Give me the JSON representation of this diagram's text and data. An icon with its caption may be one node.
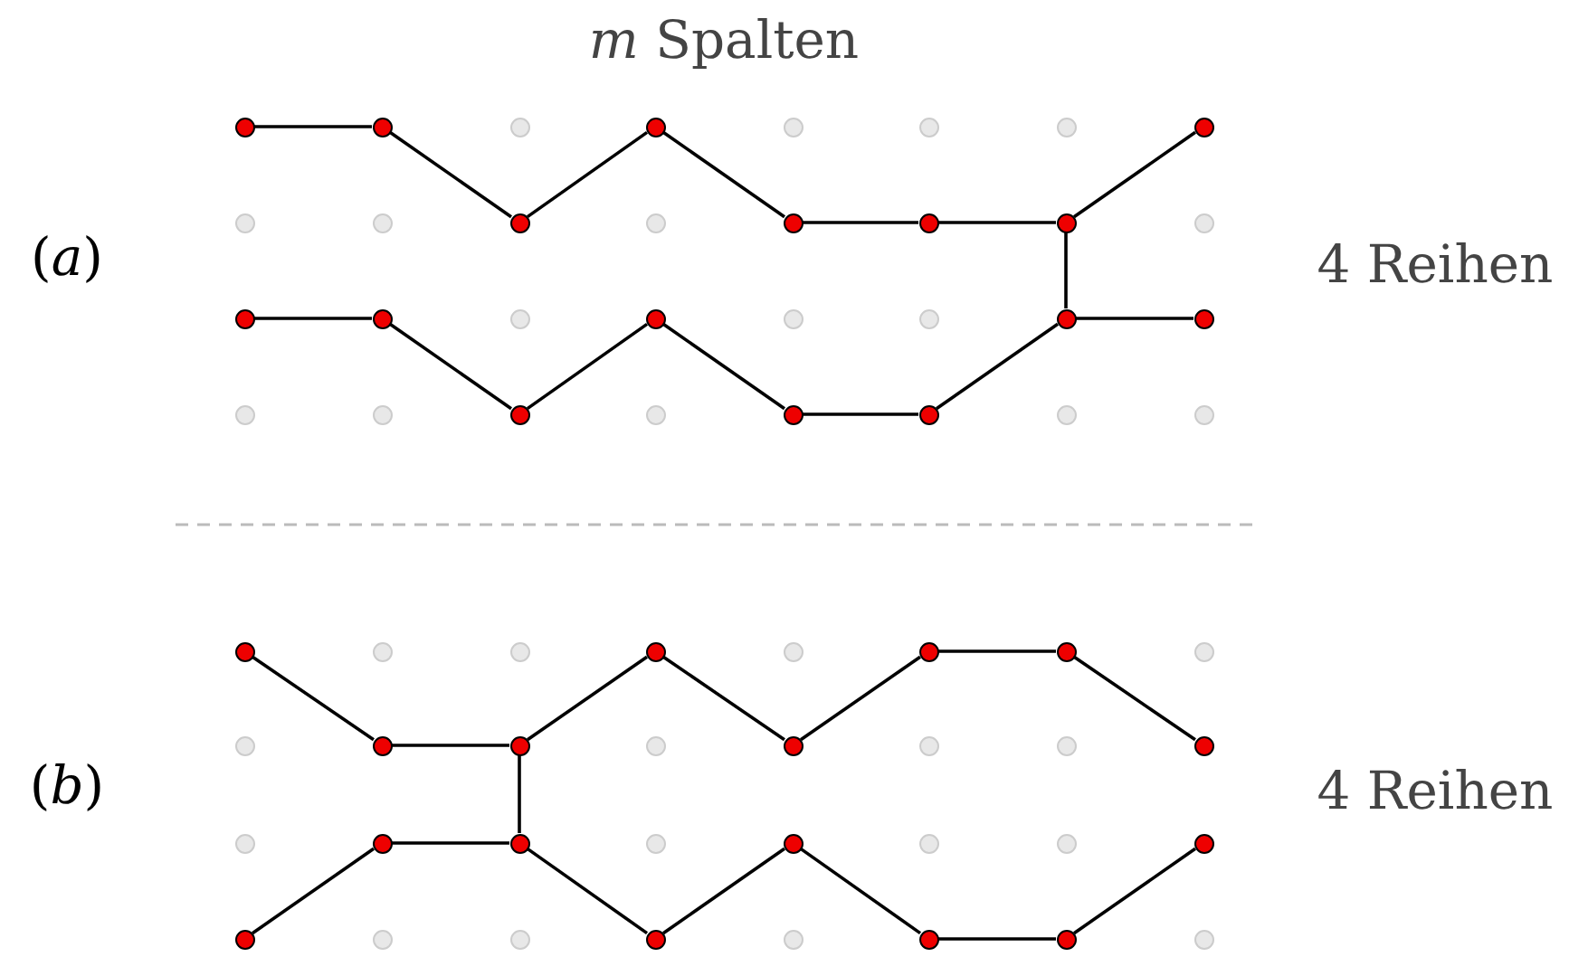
{
  "diagram": {
    "nodes": [
      {
        "text": [],
        "shape": "circle"
      },
      {
        "text": [],
        "shape": "circle"
      },
      {
        "text": [],
        "shape": "circle"
      },
      {
        "text": [],
        "shape": "circle"
      },
      {
        "text": [],
        "shape": "circle"
      },
      {
        "text": [],
        "shape": "circle"
      },
      {
        "text": [],
        "shape": "circle"
      },
      {
        "text": [],
        "shape": "circle"
      },
      {
        "text": [],
        "shape": "circle"
      },
      {
        "text": [],
        "shape": "circle"
      },
      {
        "text": [],
        "shape": "circle"
      },
      {
        "text": [],
        "shape": "circle"
      },
      {
        "text": [],
        "shape": "circle"
      },
      {
        "text": [],
        "shape": "circle"
      },
      {
        "text": [],
        "shape": "circle"
      },
      {
        "text": [],
        "shape": "circle"
      },
      {
        "text": [],
        "shape": "circle"
      },
      {
        "text": [],
        "shape": "circle"
      },
      {
        "text": [],
        "shape": "circle"
      },
      {
        "text": [],
        "shape": "circle"
      },
      {
        "text": [],
        "shape": "circle"
      },
      {
        "text": [],
        "shape": "circle"
      },
      {
        "text": [],
        "shape": "circle"
      },
      {
        "text": [],
        "shape": "circle"
      },
      {
        "text": [],
        "shape": "circle"
      },
      {
        "text": [],
        "shape": "circle"
      },
      {
        "text": [],
        "shape": "circle"
      },
      {
        "text": [],
        "shape": "circle"
      },
      {
        "text": [],
        "shape": "circle"
      },
      {
        "text": [],
        "shape": "circle"
      },
      {
        "text": [],
        "shape": "circle"
      },
      {
        "text": [],
        "shape": "circle"
      },
      {
        "text": [],
        "shape": "circle"
      },
      {
        "text": [],
        "shape": "circle"
      },
      {
        "text": [],
        "shape": "circle"
      },
      {
        "text": [],
        "shape": "circle"
      },
      {
        "text": [],
        "shape": "circle"
      },
      {
        "text": [],
        "shape": "circle"
      },
      {
        "text": [],
        "shape": "circle"
      },
      {
        "text": [],
        "shape": "circle"
      },
      {
        "text": [],
        "shape": "circle"
      },
      {
        "text": [],
        "shape": "circle"
      },
      {
        "text": [],
        "shape": "circle"
      },
      {
        "text": [],
        "shape": "circle"
      },
      {
        "text": [],
        "shape": "circle"
      },
      {
        "text": [],
        "shape": "circle"
      },
      {
        "text": [],
        "shape": "circle"
      },
      {
        "text": [],
        "shape": "circle"
      },
      {
        "text": [],
        "shape": "circle"
      },
      {
        "text": [],
        "shape": "circle"
      },
      {
        "text": [],
        "shape": "circle"
      },
      {
        "text": [],
        "shape": "circle"
      },
      {
        "text": [],
        "shape": "circle"
      },
      {
        "text": [],
        "shape": "circle"
      },
      {
        "text": [],
        "shape": "circle"
      },
      {
        "text": [],
        "shape": "circle"
      },
      {
        "text": [],
        "shape": "circle"
      },
      {
        "text": [],
        "shape": "circle"
      },
      {
        "text": [],
        "shape": "circle"
      },
      {
        "text": [],
        "shape": "circle"
      },
      {
        "text": [],
        "shape": "circle"
      },
      {
        "text": [],
        "shape": "circle"
      },
      {
        "text": [],
        "shape": "circle"
      },
      {
        "text": [],
        "shape": "circle"
      }
    ],
    "edges": [
      {
        "from": 0,
        "to": 1,
        "arrow": "none"
      },
      {
        "from": 1,
        "to": 10,
        "arrow": "none"
      },
      {
        "from": 10,
        "to": 3,
        "arrow": "none"
      },
      {
        "from": 3,
        "to": 12,
        "arrow": "none"
      },
      {
        "from": 12,
        "to": 13,
        "arrow": "none"
      },
      {
        "from": 13,
        "to": 14,
        "arrow": "none"
      },
      {
        "from": 14,
        "to": 7,
        "arrow": "none"
      },
      {
        "from": 14,
        "to": 22,
        "arrow": "none"
      },
      {
        "from": 16,
        "to": 17,
        "arrow": "none"
      },
      {
        "from": 17,
        "to": 26,
        "arrow": "none"
      },
      {
        "from": 26,
        "to": 19,
        "arrow": "none"
      },
      {
        "from": 19,
        "to": 28,
        "arrow": "none"
      },
      {
        "from": 28,
        "to": 29,
        "arrow": "none"
      },
      {
        "from": 29,
        "to": 22,
        "arrow": "none"
      },
      {
        "from": 22,
        "to": 23,
        "arrow": "none"
      },
      {
        "from": 32,
        "to": 41,
        "arrow": "none"
      },
      {
        "from": 41,
        "to": 42,
        "arrow": "none"
      },
      {
        "from": 42,
        "to": 35,
        "arrow": "none"
      },
      {
        "from": 35,
        "to": 44,
        "arrow": "none"
      },
      {
        "from": 44,
        "to": 37,
        "arrow": "none"
      },
      {
        "from": 37,
        "to": 38,
        "arrow": "none"
      },
      {
        "from": 38,
        "to": 47,
        "arrow": "none"
      },
      {
        "from": 42,
        "to": 50,
        "arrow": "none"
      },
      {
        "from": 56,
        "to": 49,
        "arrow": "none"
      },
      {
        "from": 49,
        "to": 50,
        "arrow": "none"
      },
      {
        "from": 50,
        "to": 59,
        "arrow": "none"
      },
      {
        "from": 59,
        "to": 52,
        "arrow": "none"
      },
      {
        "from": 52,
        "to": 61,
        "arrow": "none"
      },
      {
        "from": 61,
        "to": 62,
        "arrow": "none"
      },
      {
        "from": 62,
        "to": 55,
        "arrow": "none"
      }
    ],
    "labels": [
      "*m* Spalten",
      "(*a*)",
      "4 Reihen",
      "(*b*)",
      "4 Reihen"
    ]
  }
}
